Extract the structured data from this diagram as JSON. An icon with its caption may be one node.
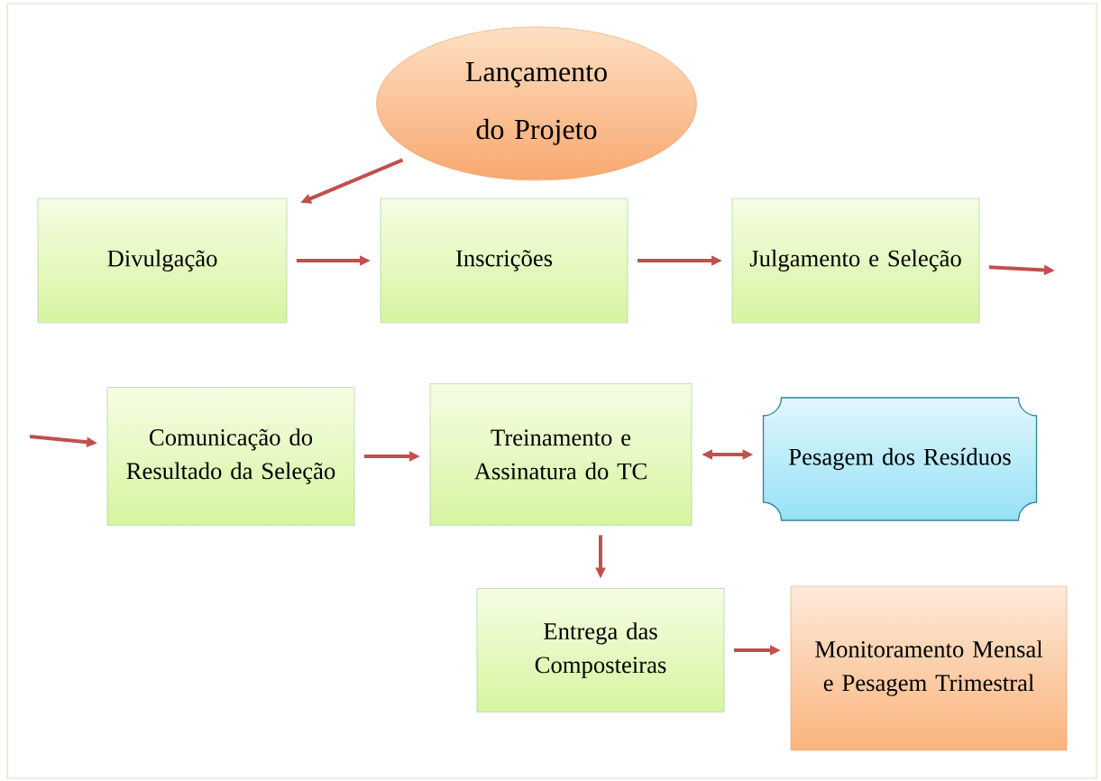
{
  "diagram": {
    "nodes": [
      {
        "text": [
          "Lançamento do Projeto"
        ]
      },
      {
        "text": [
          "Divulgação"
        ]
      },
      {
        "text": [
          "Inscrições"
        ]
      },
      {
        "text": [
          "Julgamento e Seleção"
        ]
      },
      {
        "text": [
          "Comunicação do Resultado da Seleção"
        ]
      },
      {
        "text": [
          "Treinamento e Assinatura do TC"
        ]
      },
      {
        "text": [
          "Pesagem dos Resíduos"
        ]
      },
      {
        "text": [
          "Entrega das Composteiras"
        ]
      },
      {
        "text": [
          "Monitoramento Mensal e Pesagem Trimestral"
        ]
      }
    ],
    "edges": [
      {
        "from": 0,
        "to": 1,
        "arrow": "to"
      },
      {
        "from": 1,
        "to": 2,
        "arrow": "to"
      },
      {
        "from": 2,
        "to": 3,
        "arrow": "to"
      },
      {
        "from": 3,
        "to": null,
        "arrow": "to"
      },
      {
        "from": null,
        "to": 4,
        "arrow": "to"
      },
      {
        "from": 4,
        "to": 5,
        "arrow": "to"
      },
      {
        "from": 5,
        "to": 6,
        "arrow": "both"
      },
      {
        "from": 5,
        "to": 7,
        "arrow": "to"
      },
      {
        "from": 7,
        "to": 8,
        "arrow": "to"
      }
    ]
  }
}
